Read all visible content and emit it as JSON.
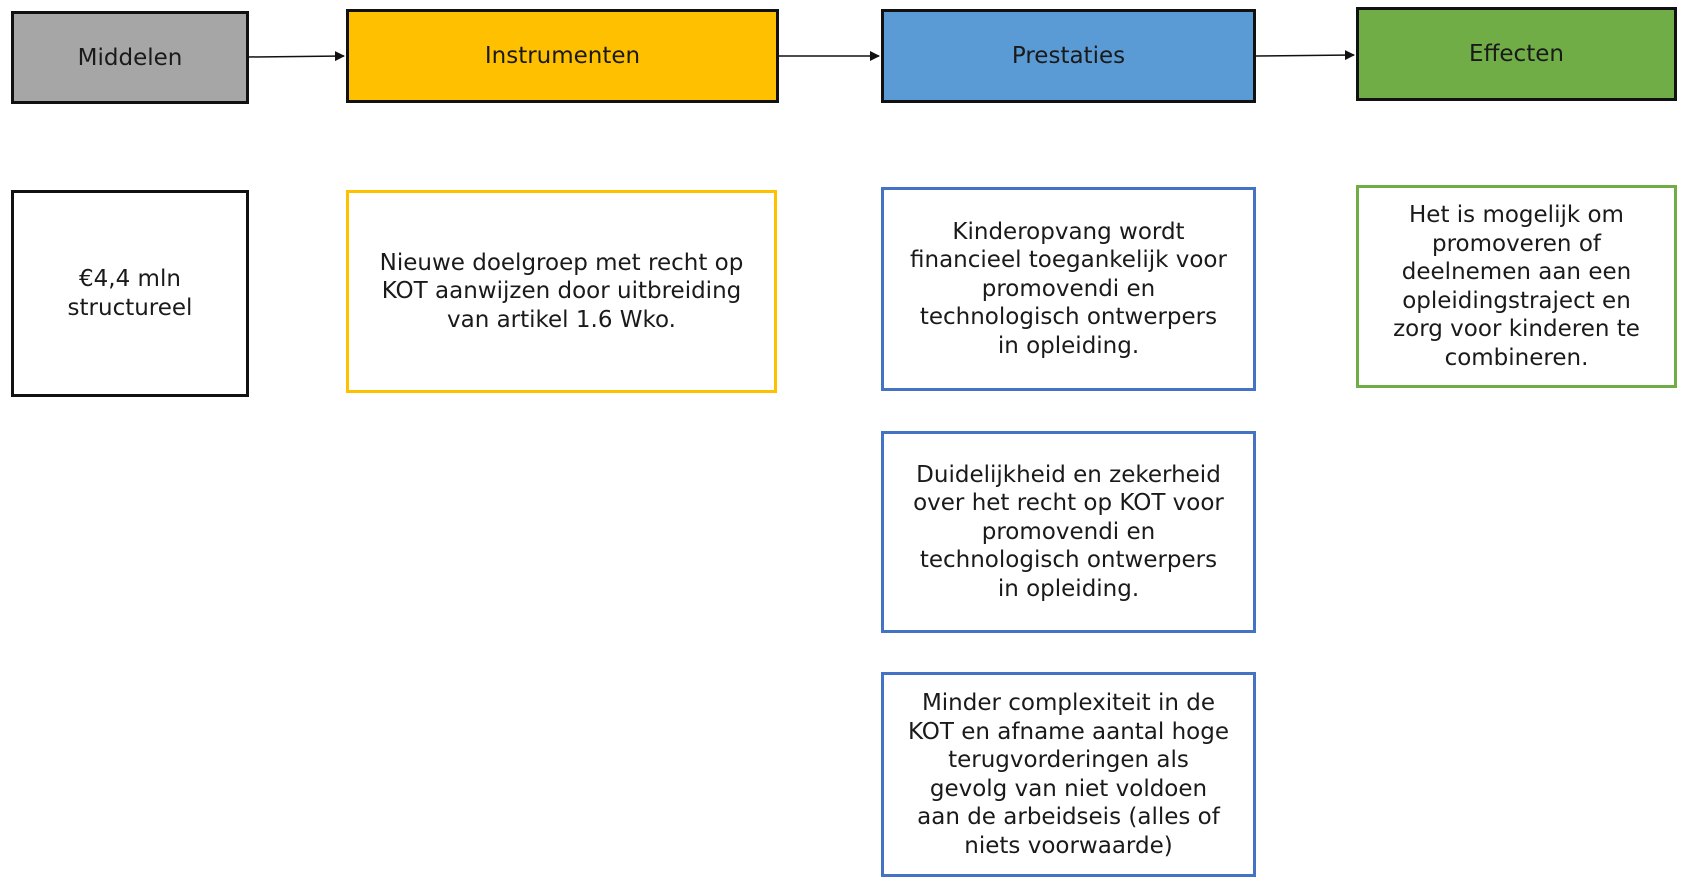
{
  "colors": {
    "middelen": "#a6a6a6",
    "instrumenten": "#ffc000",
    "prestaties": "#5b9bd5",
    "effecten": "#70ad47",
    "border_black": "#111111",
    "border_yellow": "#ffc000",
    "border_blue": "#4472c4",
    "border_green": "#70ad47"
  },
  "headers": {
    "middelen": "Middelen",
    "instrumenten": "Instrumenten",
    "prestaties": "Prestaties",
    "effecten": "Effecten"
  },
  "boxes": {
    "middelen": "€4,4 mln\nstructureel",
    "instrumenten": "Nieuwe doelgroep met recht op\nKOT aanwijzen door uitbreiding\nvan artikel 1.6 Wko.",
    "prestatie_1": "Kinderopvang wordt\nfinancieel toegankelijk voor\npromovendi en\ntechnologisch ontwerpers\nin opleiding.",
    "prestatie_2": "Duidelijkheid en zekerheid\nover het recht op KOT voor\npromovendi en\ntechnologisch ontwerpers\nin opleiding.",
    "prestatie_3": "Minder complexiteit in de\nKOT en afname aantal hoge\nterugvorderingen als\ngevolg van niet voldoen\naan de arbeidseis (alles of\nniets voorwaarde)",
    "effecten": "Het is mogelijk om\npromoveren of\ndeelnemen aan een\nopleidingstraject en\nzorg voor kinderen te\ncombineren."
  }
}
